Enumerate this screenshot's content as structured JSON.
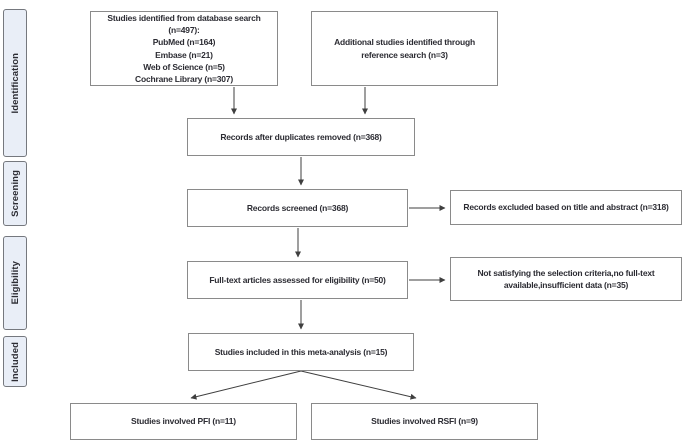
{
  "stages": {
    "identification": "Identification",
    "screening": "Screening",
    "eligibility": "Eligibility",
    "included": "Included"
  },
  "boxes": {
    "database_search": "Studies identified from database search\n(n=497):\nPubMed (n=164)\nEmbase (n=21)\nWeb of Science (n=5)\nCochrane Library (n=307)",
    "reference_search": "Additional studies identified through\nreference search (n=3)",
    "duplicates_removed": "Records after duplicates removed (n=368)",
    "records_screened": "Records screened (n=368)",
    "records_excluded": "Records excluded based on title and abstract (n=318)",
    "fulltext_assessed": "Full-text articles assessed for eligibility (n=50)",
    "not_satisfying": "Not satisfying the selection criteria,no full-text\navailable,insufficient data (n=35)",
    "meta_analysis_included": "Studies included in this meta-analysis (n=15)",
    "pfi_studies": "Studies involved PFI (n=11)",
    "rsfi_studies": "Studies involved RSFI (n=9)"
  },
  "counts": {
    "database_total": 497,
    "pubmed": 164,
    "embase": 21,
    "web_of_science": 5,
    "cochrane_library": 307,
    "reference_search": 3,
    "after_duplicates": 368,
    "screened": 368,
    "excluded_title_abstract": 318,
    "fulltext_assessed": 50,
    "fulltext_excluded": 35,
    "included_meta_analysis": 15,
    "pfi": 11,
    "rsfi": 9
  },
  "colors": {
    "background": "#ffffff",
    "box_fill": "#ffffff",
    "box_border": "#8a8a8a",
    "stage_fill": "#e9eef7",
    "stage_border": "#75787e",
    "text": "#2c2c33",
    "arrow": "#3f3f3f"
  }
}
